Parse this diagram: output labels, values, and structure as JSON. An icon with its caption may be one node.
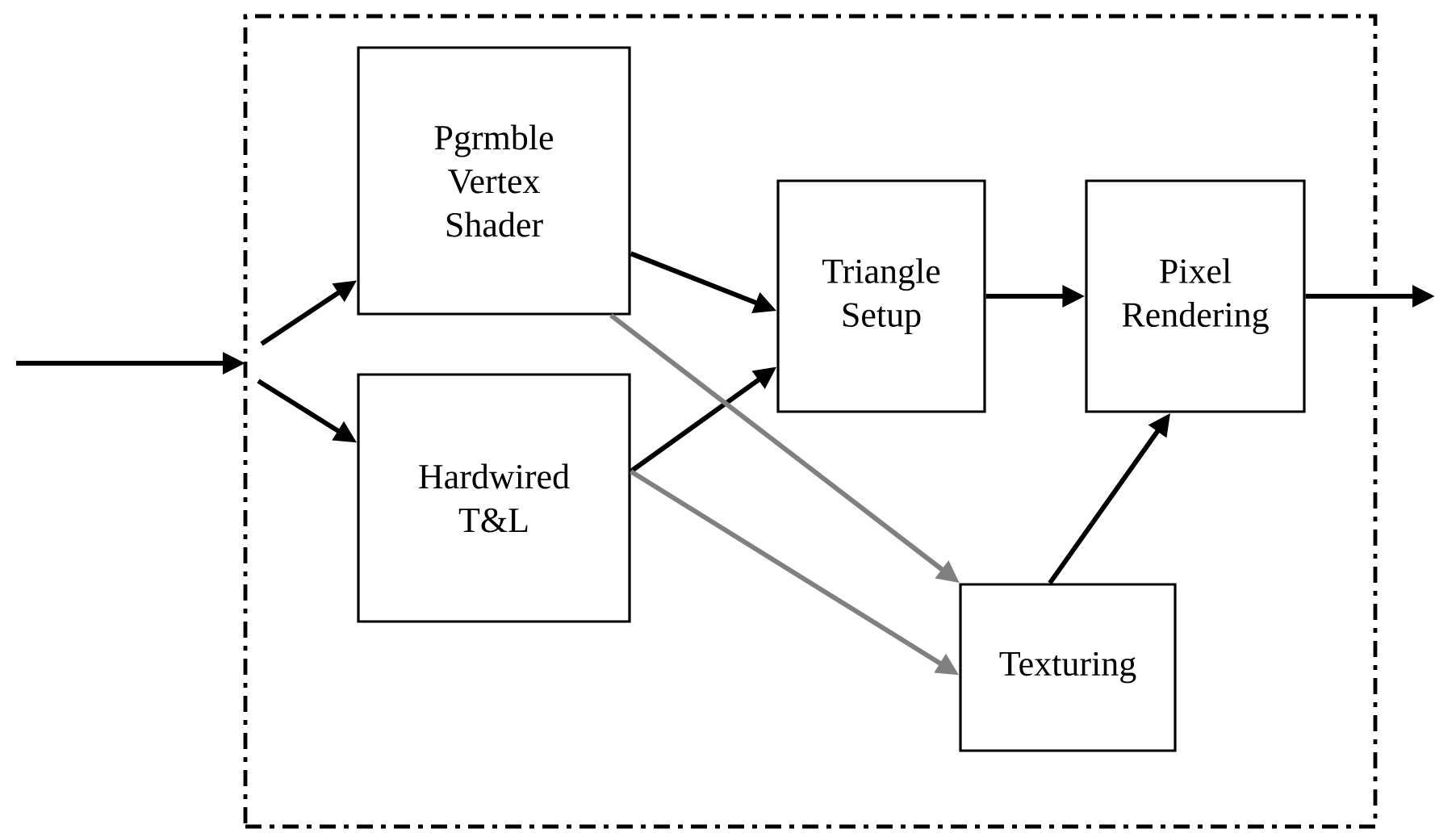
{
  "diagram": {
    "nodes": [
      {
        "text": [],
        "shape": "box"
      },
      {
        "text": [
          "Pgrmble Vertex Shader"
        ],
        "in": 0
      },
      {
        "text": [
          "Hardwired T&L"
        ],
        "in": 0
      },
      {
        "text": [
          "Triangle Setup"
        ],
        "in": 0
      },
      {
        "text": [
          "Pixel Rendering"
        ],
        "in": 0
      },
      {
        "text": [
          "Texturing"
        ],
        "in": 0
      }
    ],
    "edges": [
      {
        "from": null,
        "to": 1,
        "arrow": "to"
      },
      {
        "from": null,
        "to": 2,
        "arrow": "to"
      },
      {
        "from": 1,
        "to": 3,
        "arrow": "to"
      },
      {
        "from": 2,
        "to": 3,
        "arrow": "to"
      },
      {
        "from": 1,
        "to": 5,
        "arrow": "to",
        "color": "#808080"
      },
      {
        "from": 2,
        "to": 5,
        "arrow": "to",
        "color": "#808080"
      },
      {
        "from": 3,
        "to": 4,
        "arrow": "to"
      },
      {
        "from": 5,
        "to": 4,
        "arrow": "to"
      },
      {
        "from": 4,
        "to": null,
        "arrow": "to"
      }
    ]
  }
}
